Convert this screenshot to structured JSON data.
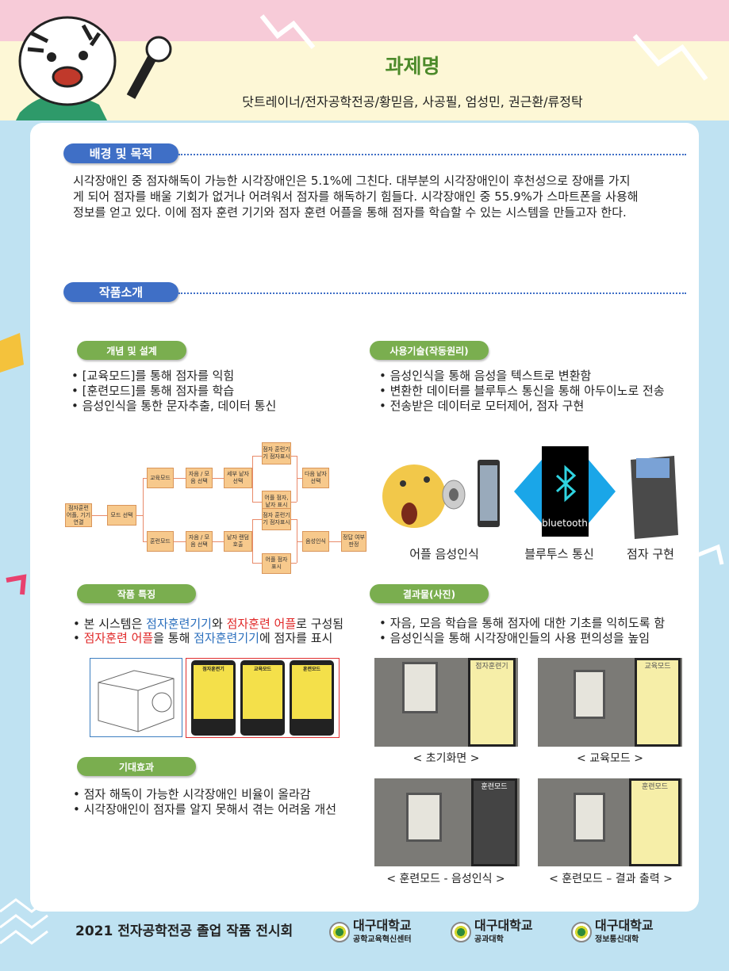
{
  "header": {
    "title": "과제명",
    "subtitle": "닷트레이너/전자공학전공/황믿음, 사공필, 엄성민, 권근환/류정탁"
  },
  "background": {
    "heading": "배경 및 목적",
    "text": "시각장애인 중 점자해독이 가능한 시각장애인은 5.1%에 그친다. 대부분의 시각장애인이 후천성으로 장애를 가지게 되어 점자를 배울 기회가 없거나 어려워서 점자를 해독하기 힘들다. 시각장애인 중 55.9%가 스마트폰을 사용해 정보를 얻고 있다. 이에 점자 훈련 기기와 점자 훈련 어플을 통해 점자를 학습할 수 있는 시스템을 만들고자 한다."
  },
  "intro": {
    "heading": "작품소개"
  },
  "concept": {
    "heading": "개념 및 설계",
    "bullets": [
      "[교육모드]를 통해 점자를 익힘",
      "[훈련모드]를 통해 점자를 학습",
      "음성인식을 통한 문자추출, 데이터 통신"
    ],
    "flow": {
      "start": "점자훈련 어플, 기기 연결",
      "mode": "모드 선택",
      "edu": "교육모드",
      "train": "훈련모드",
      "sel1": "자음 / 모음 선택",
      "sel2": "자음 / 모음 선택",
      "detail": "세부 낱자 선택",
      "random": "낱자 랜덤 호출",
      "dev1": "점자 훈련기기 점자표시",
      "app1": "어플 점자, 낱자 표시",
      "next": "다음 낱자 선택",
      "dev2": "점자 훈련기기 점자표시",
      "app2": "어플 점자 표시",
      "voice": "음성인식",
      "judge": "정답 여부 판정"
    }
  },
  "tech": {
    "heading": "사용기술(작동원리)",
    "bullets": [
      "음성인식을 통해 음성을 텍스트로 변환함",
      "변환한 데이터를 블루투스 통신을 통해 아두이노로 전송",
      "전송받은 데이터로 모터제어, 점자 구현"
    ],
    "bt_label": "bluetooth",
    "captions": [
      "어플 음성인식",
      "블루투스 통신",
      "점자 구현"
    ]
  },
  "features": {
    "heading": "작품 특징",
    "b1": {
      "p1": "본 시스템은 ",
      "blue": "점자훈련기기",
      "p2": "와 ",
      "red": "점자훈련 어플",
      "p3": "로 구성됨"
    },
    "b2": {
      "red": "점자훈련 어플",
      "p1": "을 통해 ",
      "blue": "점자훈련기기",
      "p2": "에 점자를 표시"
    },
    "screens": [
      "점자훈련기",
      "교육모드",
      "훈련모드"
    ]
  },
  "effects": {
    "heading": "기대효과",
    "bullets": [
      "점자 해독이 가능한 시각장애인 비율이 올라감",
      "시각장애인이 점자를 알지 못해서 겪는 어려움 개선"
    ]
  },
  "results": {
    "heading": "결과물(사진)",
    "bullets": [
      "자음, 모음 학습을 통해 점자에 대한 기초를 익히도록 함",
      "음성인식을 통해 시각장애인들의 사용 편의성을 높임"
    ],
    "photos": [
      {
        "caption": "< 초기화면 >",
        "screen": "점자훈련기"
      },
      {
        "caption": "< 교육모드 >",
        "screen": "교육모드"
      },
      {
        "caption": "< 훈련모드 - 음성인식 >",
        "screen": "훈련모드"
      },
      {
        "caption": "< 훈련모드 – 결과 출력 >",
        "screen": "훈련모드"
      }
    ]
  },
  "footer": {
    "title": "2021 전자공학전공 졸업 작품 전시회",
    "logos": [
      {
        "name": "대구대학교",
        "sub": "공학교육혁신센터"
      },
      {
        "name": "대구대학교",
        "sub": "공과대학"
      },
      {
        "name": "대구대학교",
        "sub": "정보통신대학"
      }
    ]
  }
}
